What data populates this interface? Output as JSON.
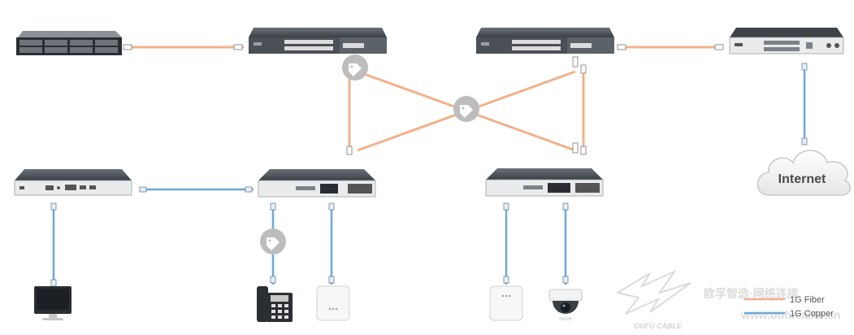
{
  "cloud_label": "Internet",
  "legend": {
    "items": [
      {
        "label": "1G Fiber",
        "color": "#f4b08a"
      },
      {
        "label": "1G Copper",
        "color": "#6fa8d8"
      }
    ]
  },
  "watermark": {
    "text_cn": "欧孚智造·网络连接",
    "text_brand": "OUFU CABLE",
    "text_url": "www.oufucable.cn"
  },
  "colors": {
    "fiber": "#f4b08a",
    "copper": "#6fa8d8",
    "device_dark": "#2e3338",
    "device_mid": "#4a5056",
    "tag": "#b5b5b5"
  },
  "icons": [
    "server-icon",
    "switch-icon",
    "router-icon",
    "nvr-icon",
    "cloud-icon",
    "monitor-icon",
    "ip-phone-icon",
    "access-point-icon",
    "dome-camera-icon",
    "tag-icon"
  ]
}
